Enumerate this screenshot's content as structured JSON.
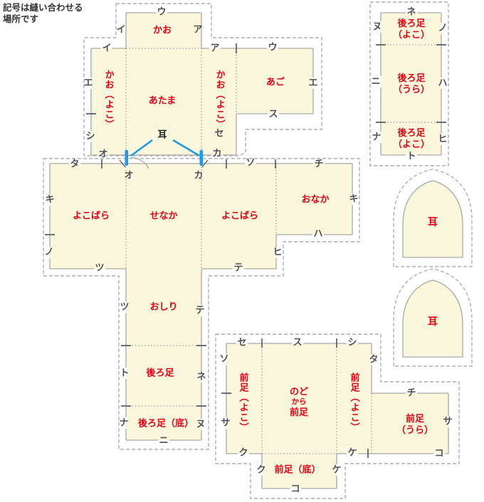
{
  "note": {
    "line1": "記号は縫い合わせる",
    "line2": "場所です"
  },
  "pieces": {
    "kao": "かお",
    "atama": "あたま",
    "kao_yoko": "かお（よこ）",
    "ago": "あご",
    "yokobara": "よこばら",
    "senaka": "せなか",
    "onaka": "おなか",
    "oshiri": "おしり",
    "ushiroashi": "後ろ足",
    "ushiroashi_soko": "後ろ足（底）",
    "ushiroashi_yoko_l1": "後ろ足",
    "ushiroashi_yoko_l2": "（よこ）",
    "ushiroashi_ura_l1": "後ろ足",
    "ushiroashi_ura_l2": "（うら）",
    "mimi": "耳",
    "maeashi_yoko": "前足（よこ）",
    "nodo_l1": "のど",
    "nodo_l2": "から",
    "nodo_l3": "前足",
    "maeashi_soko": "前足（底）",
    "maeashi_ura_l1": "前足",
    "maeashi_ura_l2": "（うら）"
  },
  "ear_annotation": "耳",
  "markers": {
    "a": "ア",
    "i": "イ",
    "u": "ウ",
    "e": "エ",
    "o": "オ",
    "ka": "カ",
    "ki": "キ",
    "ku": "ク",
    "ke": "ケ",
    "ko": "コ",
    "sa": "サ",
    "shi": "シ",
    "su": "ス",
    "se": "セ",
    "so": "ソ",
    "ta": "タ",
    "chi": "チ",
    "tsu": "ツ",
    "te": "テ",
    "to": "ト",
    "na": "ナ",
    "ni": "ニ",
    "nu": "ヌ",
    "ne": "ネ",
    "no": "ノ",
    "ha": "ハ",
    "hi": "ヒ"
  },
  "colors": {
    "cream": "#FBF7DC",
    "outline": "#a8a8a8",
    "dash": "#aeaeae",
    "dot": "#9a9a9a",
    "marker": "#4d4f58",
    "red": "#e60012",
    "blue": "#1c9be8",
    "ink": "#333333"
  }
}
